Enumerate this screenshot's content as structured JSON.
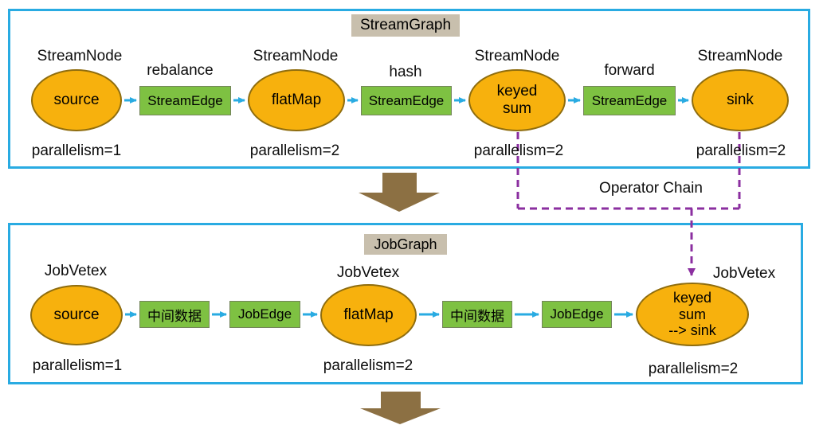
{
  "stream_graph": {
    "title": "StreamGraph",
    "nodes": [
      {
        "type": "StreamNode",
        "label": "source",
        "parallelism": "parallelism=1"
      },
      {
        "type": "StreamNode",
        "label": "flatMap",
        "parallelism": "parallelism=2"
      },
      {
        "type": "StreamNode",
        "label": "keyed\nsum",
        "parallelism": "parallelism=2"
      },
      {
        "type": "StreamNode",
        "label": "sink",
        "parallelism": "parallelism=2"
      }
    ],
    "edges": [
      {
        "label": "StreamEdge",
        "partition": "rebalance"
      },
      {
        "label": "StreamEdge",
        "partition": "hash"
      },
      {
        "label": "StreamEdge",
        "partition": "forward"
      }
    ]
  },
  "operator_chain": {
    "label": "Operator Chain"
  },
  "job_graph": {
    "title": "JobGraph",
    "nodes": [
      {
        "type": "JobVetex",
        "label": "source",
        "parallelism": "parallelism=1"
      },
      {
        "type": "JobVetex",
        "label": "flatMap",
        "parallelism": "parallelism=2"
      },
      {
        "type": "JobVetex",
        "label": "keyed\nsum\n--> sink",
        "parallelism": "parallelism=2"
      }
    ],
    "edges": [
      {
        "label": "中间数据"
      },
      {
        "label": "JobEdge"
      },
      {
        "label": "中间数据"
      },
      {
        "label": "JobEdge"
      }
    ]
  },
  "colors": {
    "box_border_cyan": "#29ABE2",
    "node_fill_orange": "#F7B10D",
    "node_border": "#8F6D0E",
    "edge_fill_green": "#7EC142",
    "title_chip_bg": "#C8BFAD",
    "flow_arrow_cyan": "#29ABE2",
    "chain_dash_purple": "#8B2FA0",
    "transform_arrow_brown": "#8C7043"
  }
}
